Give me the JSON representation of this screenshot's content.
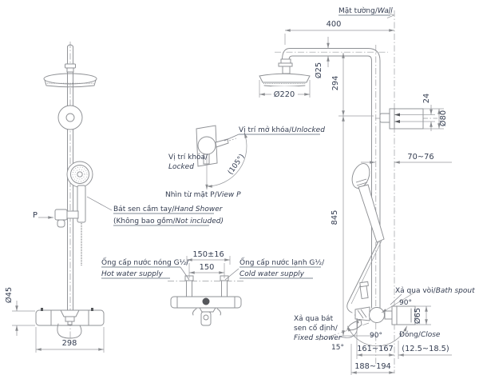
{
  "front_view": {
    "p_marker": "P",
    "dim_dia45": "Ø45",
    "dim_298": "298",
    "hand_shower_label_vi": "Bát sen cầm tay/",
    "hand_shower_label_en": "Hand Shower",
    "hand_shower_note_vi": "(Không bao gồm/",
    "hand_shower_note_en": "Not included)"
  },
  "view_p": {
    "unlocked_vi": "Vị trí mở khóa/",
    "unlocked_en": "Unlocked",
    "locked_vi": "Vị trí khóa/",
    "locked_en": "Locked",
    "angle_105": "(105°)",
    "caption_vi": "Nhìn từ mặt P/",
    "caption_en": "View P"
  },
  "supply_detail": {
    "hot_vi": "Ống cấp nước nóng G½/",
    "hot_en": "Hot water supply",
    "cold_vi": "Ống cấp nước lạnh G½/",
    "cold_en": "Cold water supply",
    "dim_150_tol": "150±16",
    "dim_150": "150"
  },
  "side_view": {
    "wall_vi": "Mặt tường/",
    "wall_en": "Wall",
    "dim_400": "400",
    "dim_dia25": "Ø25",
    "dim_294": "294",
    "dim_dia220": "Ø220",
    "dim_24": "24",
    "dim_dia80": "Ø80",
    "dim_70_76": "70~76",
    "dim_845": "845",
    "bath_spout_vi": "Xả qua vòi/",
    "bath_spout_en": "Bath spout",
    "angle_90_spout": "90°",
    "dim_dia65": "Ø65",
    "close_vi": "Đóng/",
    "close_en": "Close",
    "fixed_shower_l1": "Xả qua bát",
    "fixed_shower_l2": "sen cố định/",
    "fixed_shower_en": "Fixed shower",
    "angle_90_handle": "90°",
    "angle_15": "15°",
    "dim_161_167": "161~167",
    "dim_125_185": "(12.5~18.5)",
    "dim_188_194": "188~194"
  }
}
